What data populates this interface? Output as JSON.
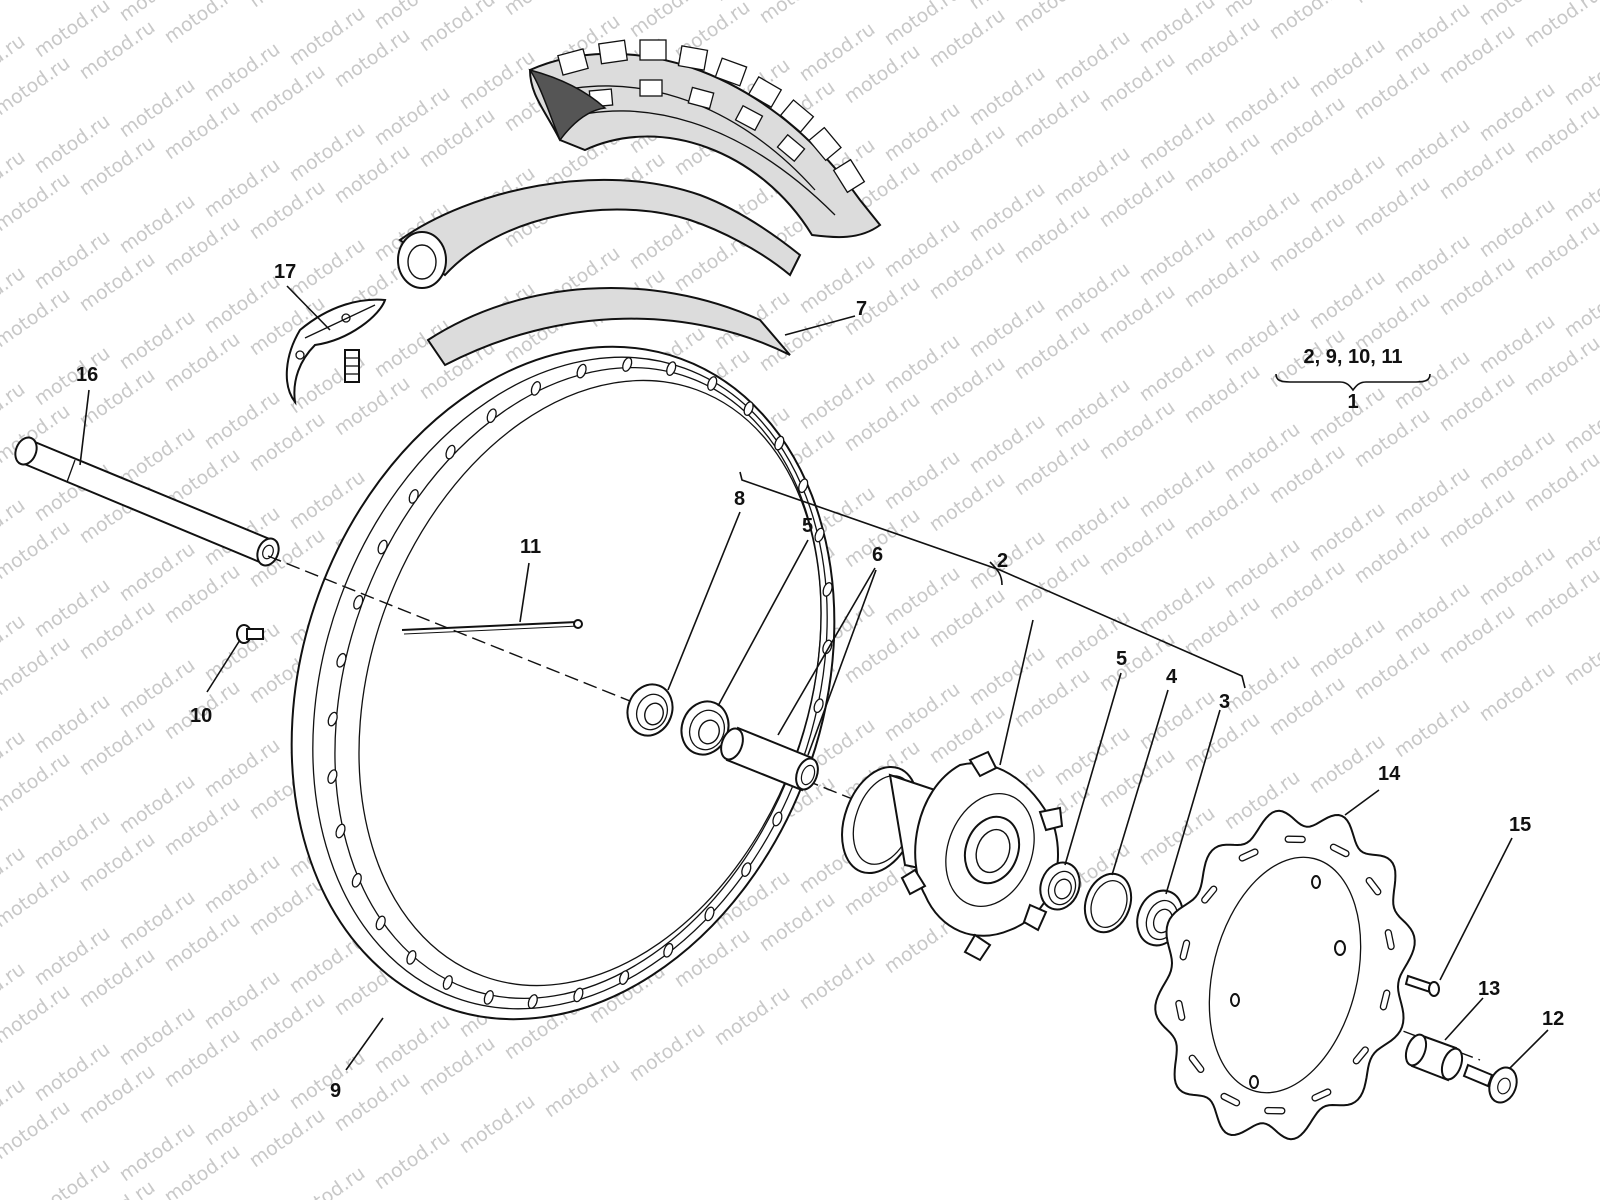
{
  "watermark": {
    "text": "motod.ru"
  },
  "callouts": {
    "c1": "1",
    "c2": "2",
    "c3": "3",
    "c4": "4",
    "c5a": "5",
    "c5b": "5",
    "c6": "6",
    "c7": "7",
    "c8": "8",
    "c9": "9",
    "c10": "10",
    "c11": "11",
    "c12": "12",
    "c13": "13",
    "c14": "14",
    "c15": "15",
    "c16": "16",
    "c17": "17"
  },
  "legend": {
    "group_label": "2, 9, 10, 11",
    "group_result": "1"
  },
  "colors": {
    "line": "#111111",
    "tire_fill": "#d9d9d9",
    "watermark": "#c8c8c8",
    "background": "#ffffff"
  }
}
